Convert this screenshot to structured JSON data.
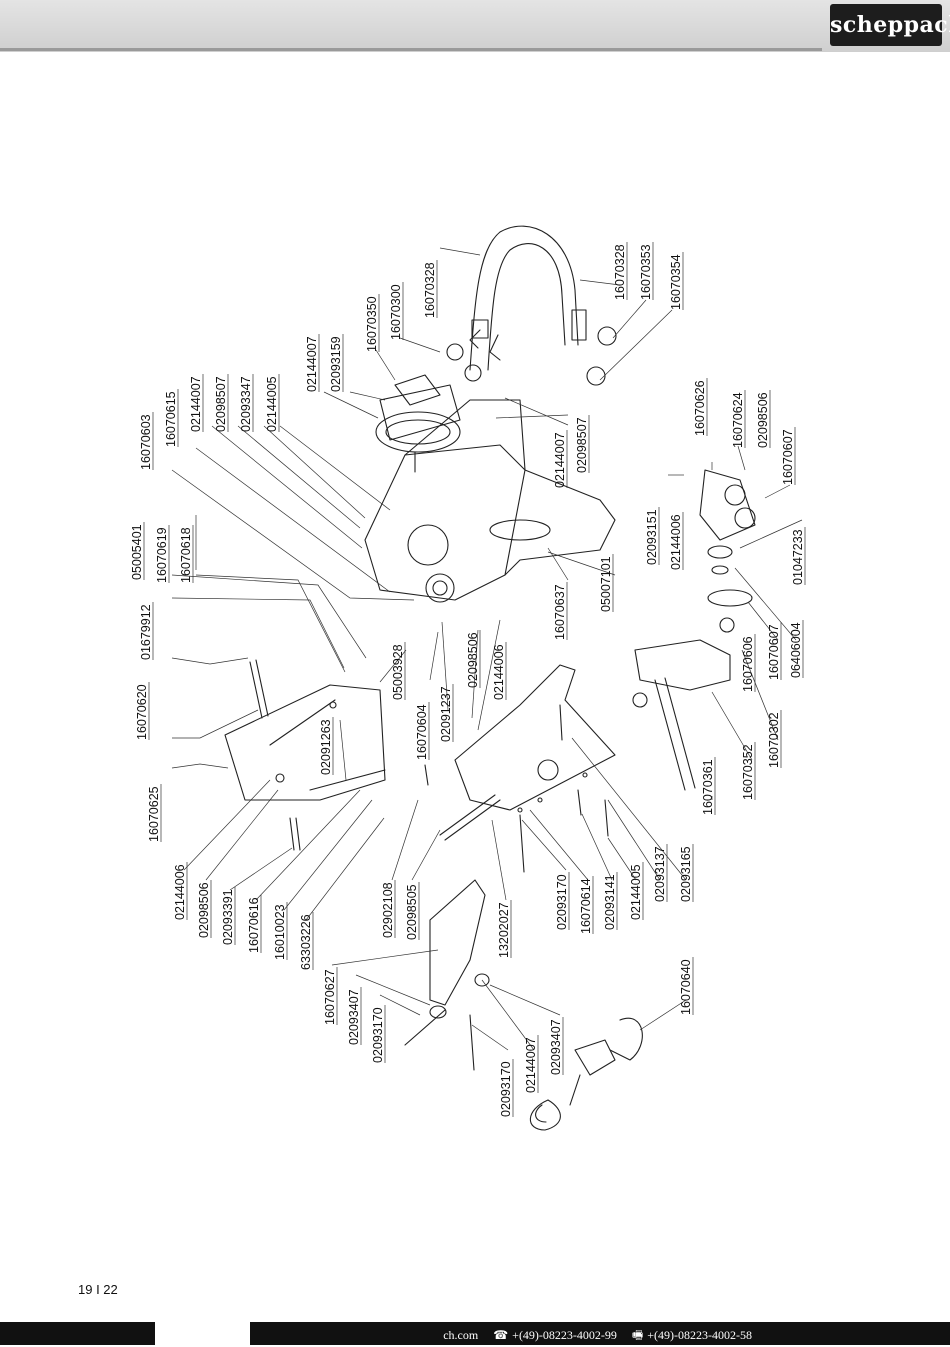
{
  "header": {
    "brand": "scheppach"
  },
  "page": {
    "number": "19 I 22"
  },
  "footer": {
    "site": "ch.com",
    "phone_icon": "telephone-icon",
    "phone": "+(49)-08223-4002-99",
    "fax_icon": "fax-icon",
    "fax": "+(49)-08223-4002-58"
  },
  "diagram": {
    "part_numbers": [
      "16070625",
      "16070620",
      "01679912",
      "05005401",
      "16070619",
      "16070618",
      "16070603",
      "16070615",
      "02144007",
      "02098507",
      "02093347",
      "02144005",
      "02144007",
      "02093159",
      "16070350",
      "16070300",
      "16070328",
      "16070328",
      "16070353",
      "16070354",
      "02144007",
      "02098507",
      "16070637",
      "05007101",
      "02093151",
      "02144006",
      "16070626",
      "16070624",
      "02098506",
      "16070607",
      "01047233",
      "16070607",
      "16070606",
      "06406004",
      "16070352",
      "16070302",
      "16070361",
      "05003928",
      "16070604",
      "02091237",
      "02098506",
      "02144006",
      "02091263",
      "02144006",
      "02098506",
      "02093391",
      "16070616",
      "16010023",
      "63303226",
      "02902108",
      "02098505",
      "13202027",
      "02093170",
      "16070614",
      "02093141",
      "02144005",
      "02093137",
      "02093165",
      "16070627",
      "02093407",
      "02093170",
      "02093170",
      "02144007",
      "02093407",
      "16070640"
    ]
  }
}
